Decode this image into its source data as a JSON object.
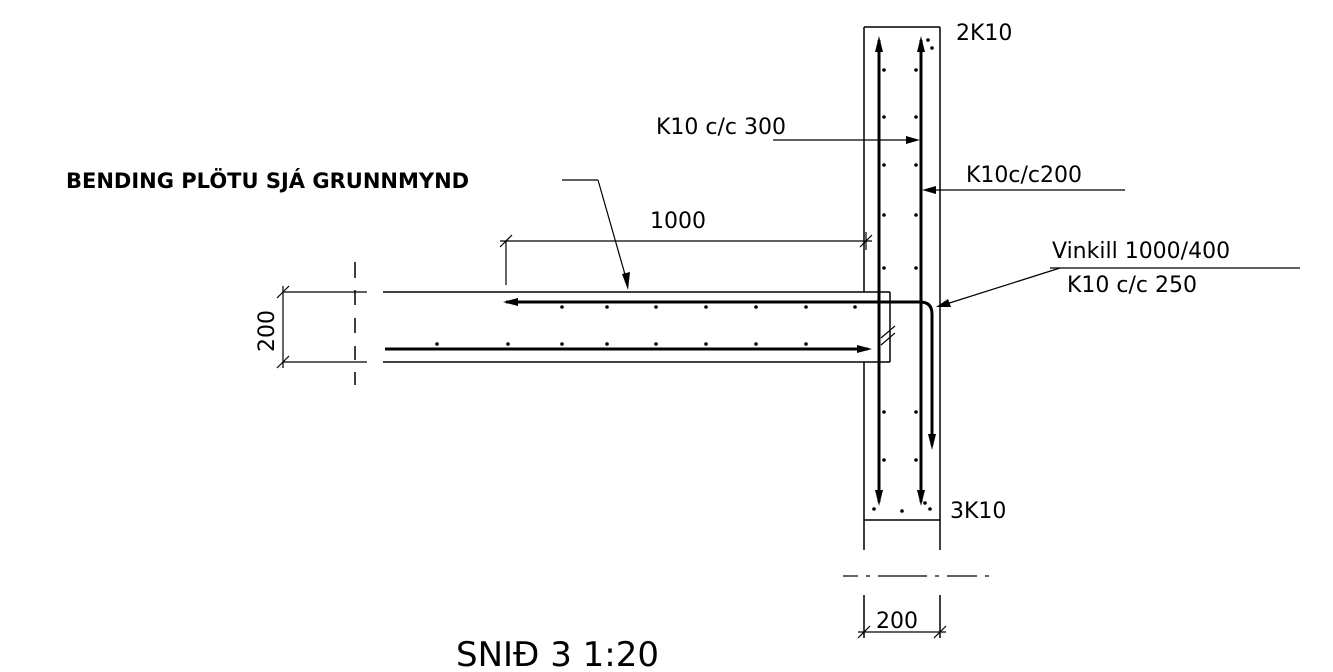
{
  "drawing": {
    "title": "SNIÐ 3 1:20",
    "labels": {
      "slab_note": "BENDING PLÖTU SJÁ GRUNNMYND",
      "slab_length_dim": "1000",
      "slab_thickness_dim": "200",
      "top_bars_wall": "2K10",
      "bottom_bars_wall": "3K10",
      "horizontal_bars": "K10 c/c 300",
      "vertical_bars": "K10c/c200",
      "angle_bar_line1": "Vinkill 1000/400",
      "angle_bar_line2": "K10 c/c 250",
      "wall_thickness_dim": "200"
    },
    "colors": {
      "ink": "#000000",
      "background": "#ffffff"
    }
  }
}
